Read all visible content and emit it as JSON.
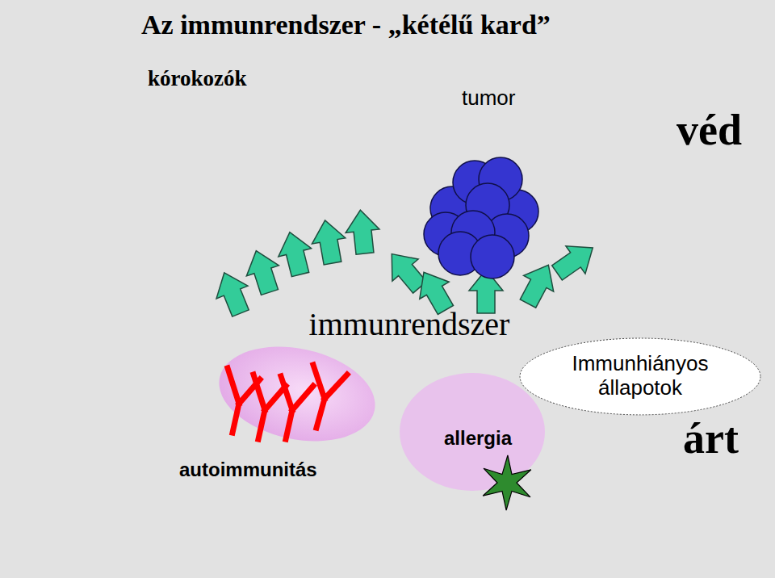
{
  "diagram": {
    "title": "Az immunrendszer - „kétélű kard”",
    "nodes": [
      {
        "text": [
          "immunrendszer"
        ]
      },
      {
        "text": [
          "allergia"
        ]
      },
      {
        "text": [
          "Immunhiányos állapotok"
        ]
      }
    ],
    "labels": [
      "kórokozók",
      "tumor",
      "véd",
      "autoimmunitás",
      "árt"
    ]
  }
}
